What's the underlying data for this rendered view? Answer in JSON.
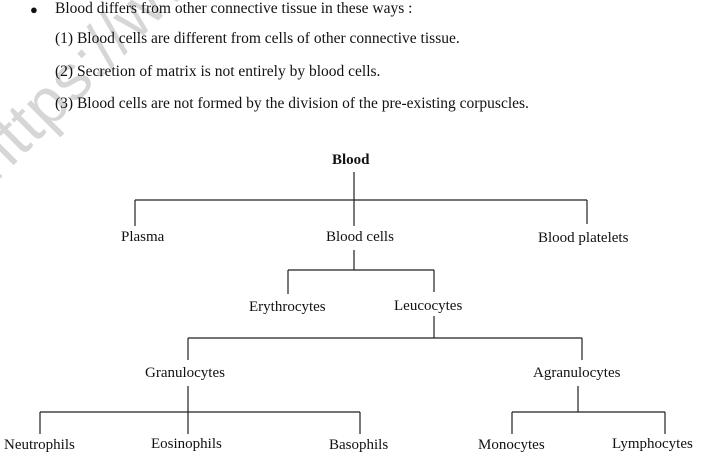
{
  "watermark": "https://www.",
  "intro": {
    "bullet": "●",
    "heading": "Blood differs from other connective tissue in these ways :",
    "points": [
      "(1) Blood cells are different from cells of other connective tissue.",
      "(2) Secretion of matrix is not entirely by blood cells.",
      "(3) Blood cells are not formed by the division of the pre-existing corpuscles."
    ]
  },
  "tree": {
    "root": "Blood",
    "level1": {
      "plasma": "Plasma",
      "blood_cells": "Blood cells",
      "blood_platelets": "Blood platelets"
    },
    "level2": {
      "erythrocytes": "Erythrocytes",
      "leucocytes": "Leucocytes"
    },
    "level3": {
      "granulocytes": "Granulocytes",
      "agranulocytes": "Agranulocytes"
    },
    "level4": {
      "neutrophils": "Neutrophils",
      "eosinophils": "Eosinophils",
      "basophils": "Basophils",
      "monocytes": "Monocytes",
      "lymphocytes": "Lymphocytes"
    }
  }
}
